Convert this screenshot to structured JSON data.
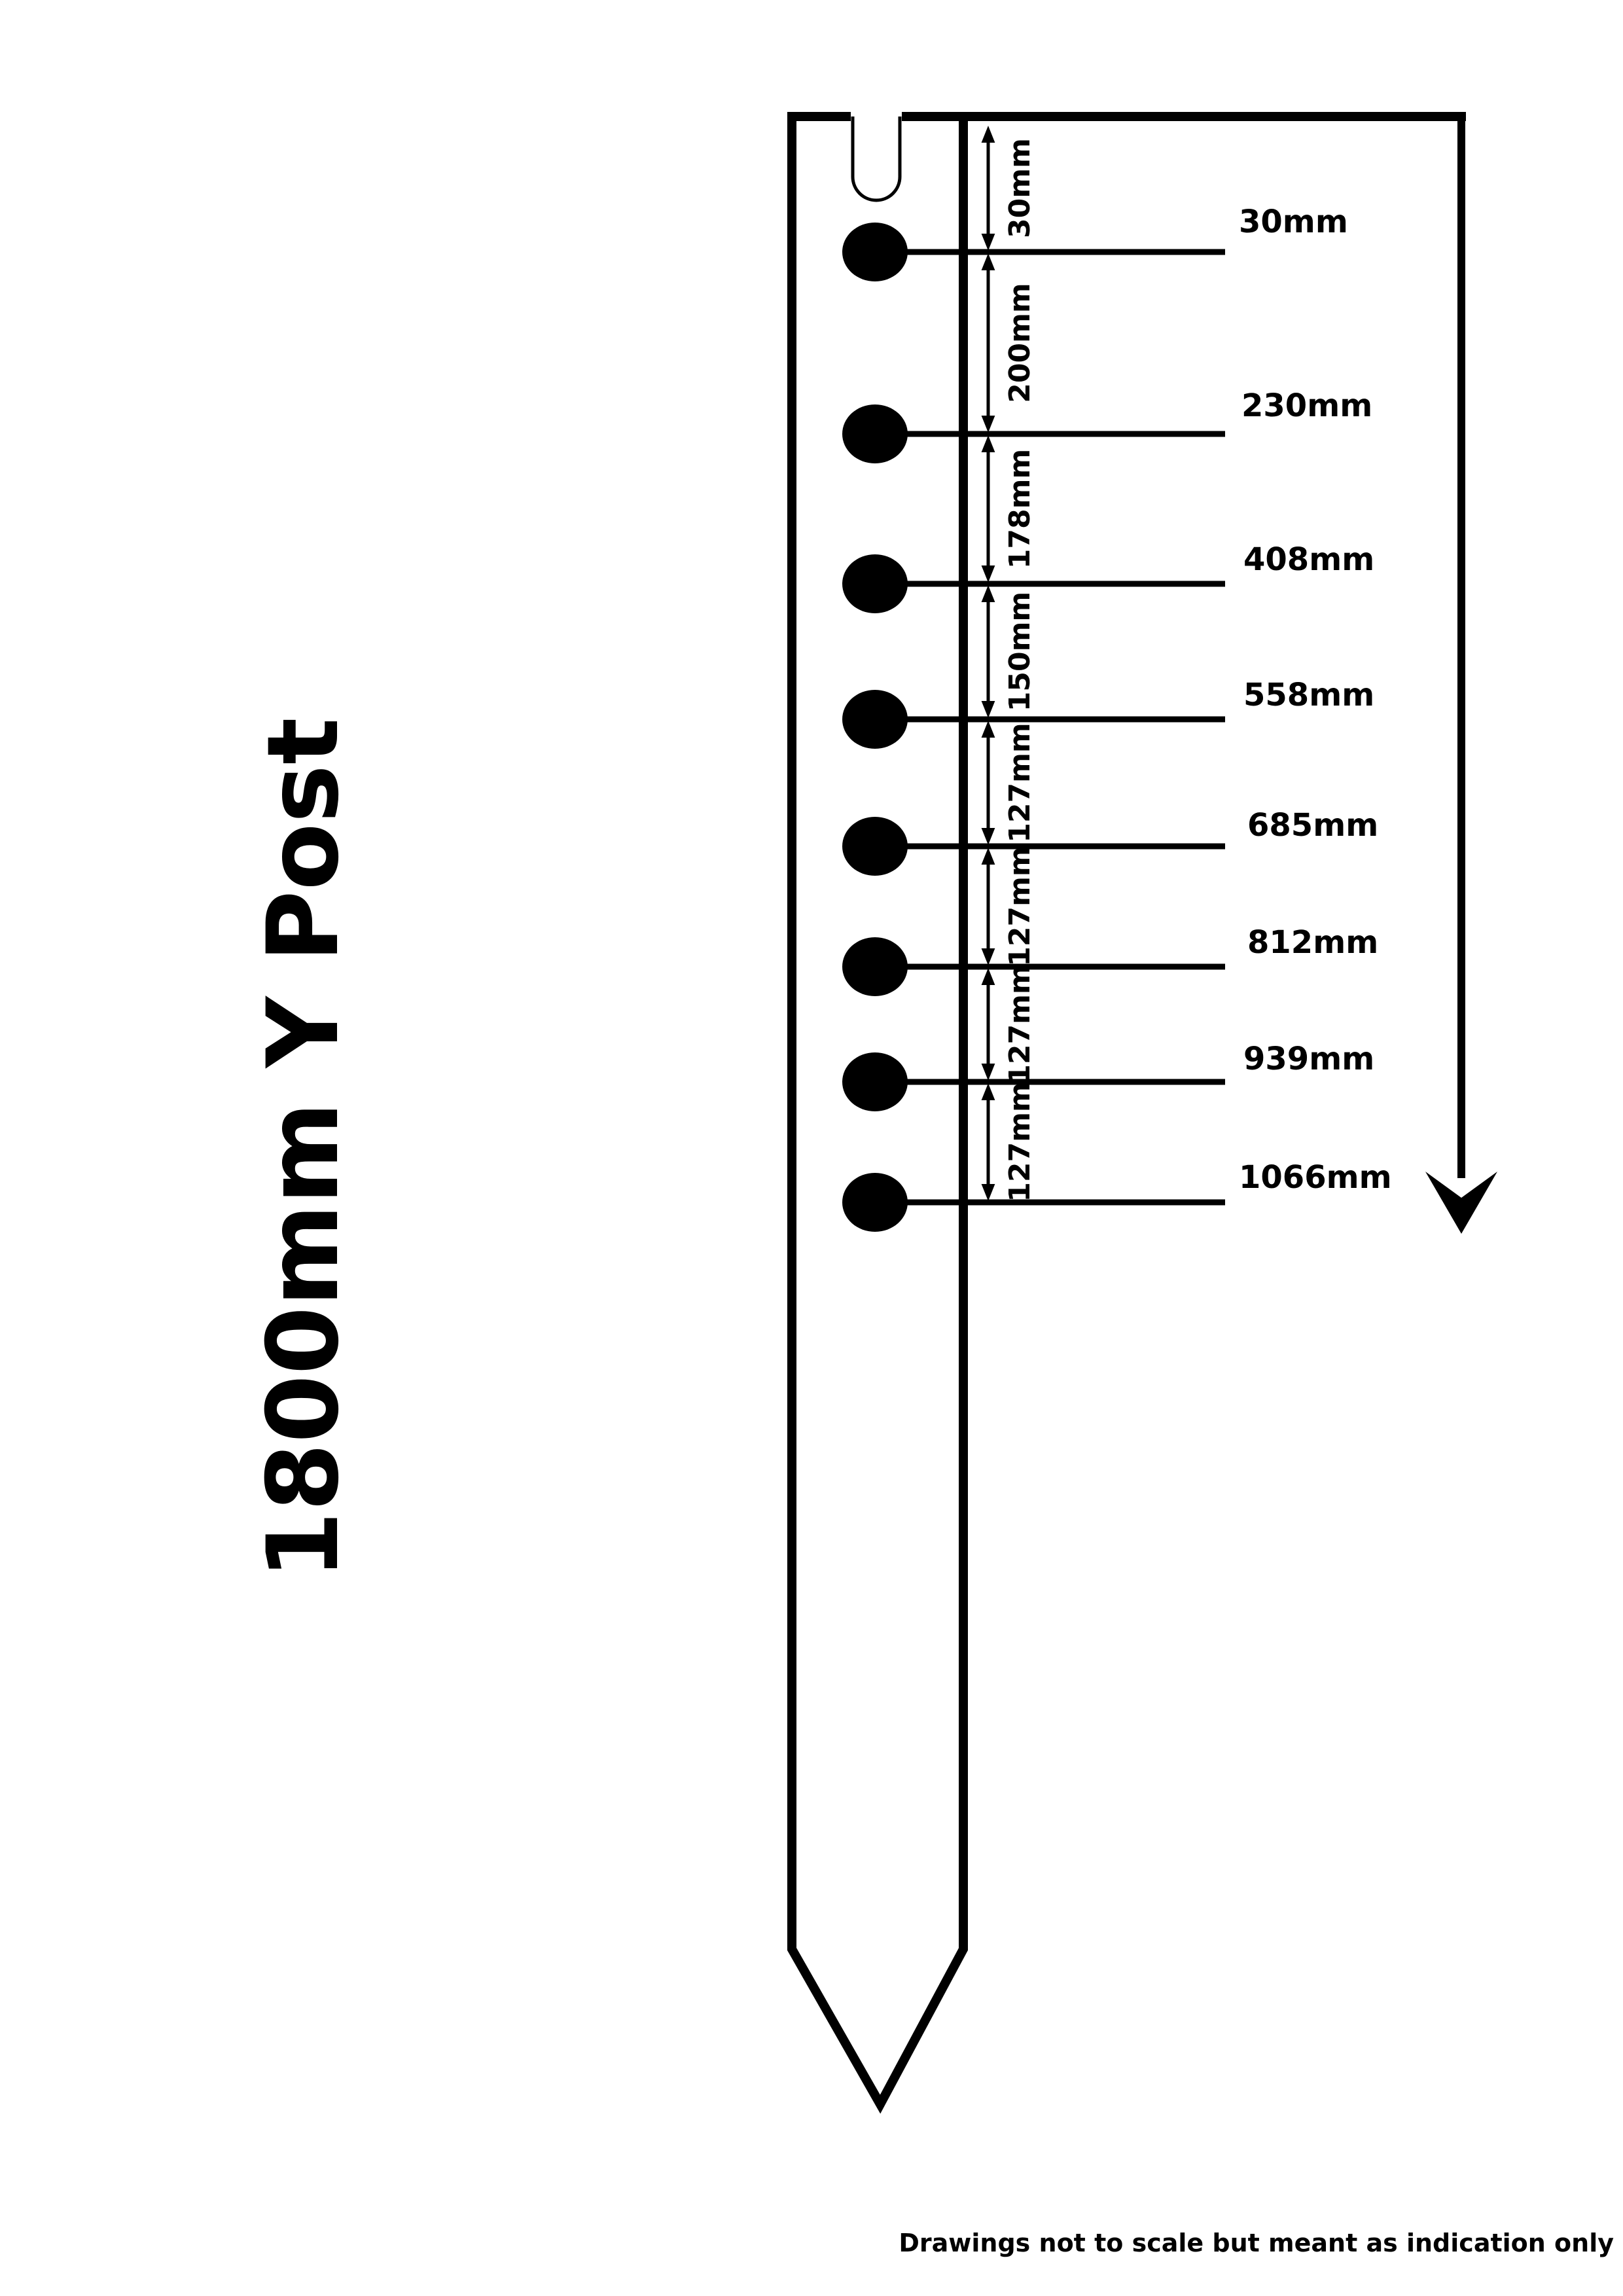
{
  "title": "1800mm Y Post",
  "footer_note": "Drawings not to scale but meant as indication only",
  "hole_positions": [
    "30mm",
    "230mm",
    "408mm",
    "558mm",
    "685mm",
    "812mm",
    "939mm",
    "1066mm"
  ],
  "hole_spacings": [
    "30mm",
    "200mm",
    "178mm",
    "150mm",
    "127mm",
    "127mm",
    "127mm",
    "127mm"
  ]
}
